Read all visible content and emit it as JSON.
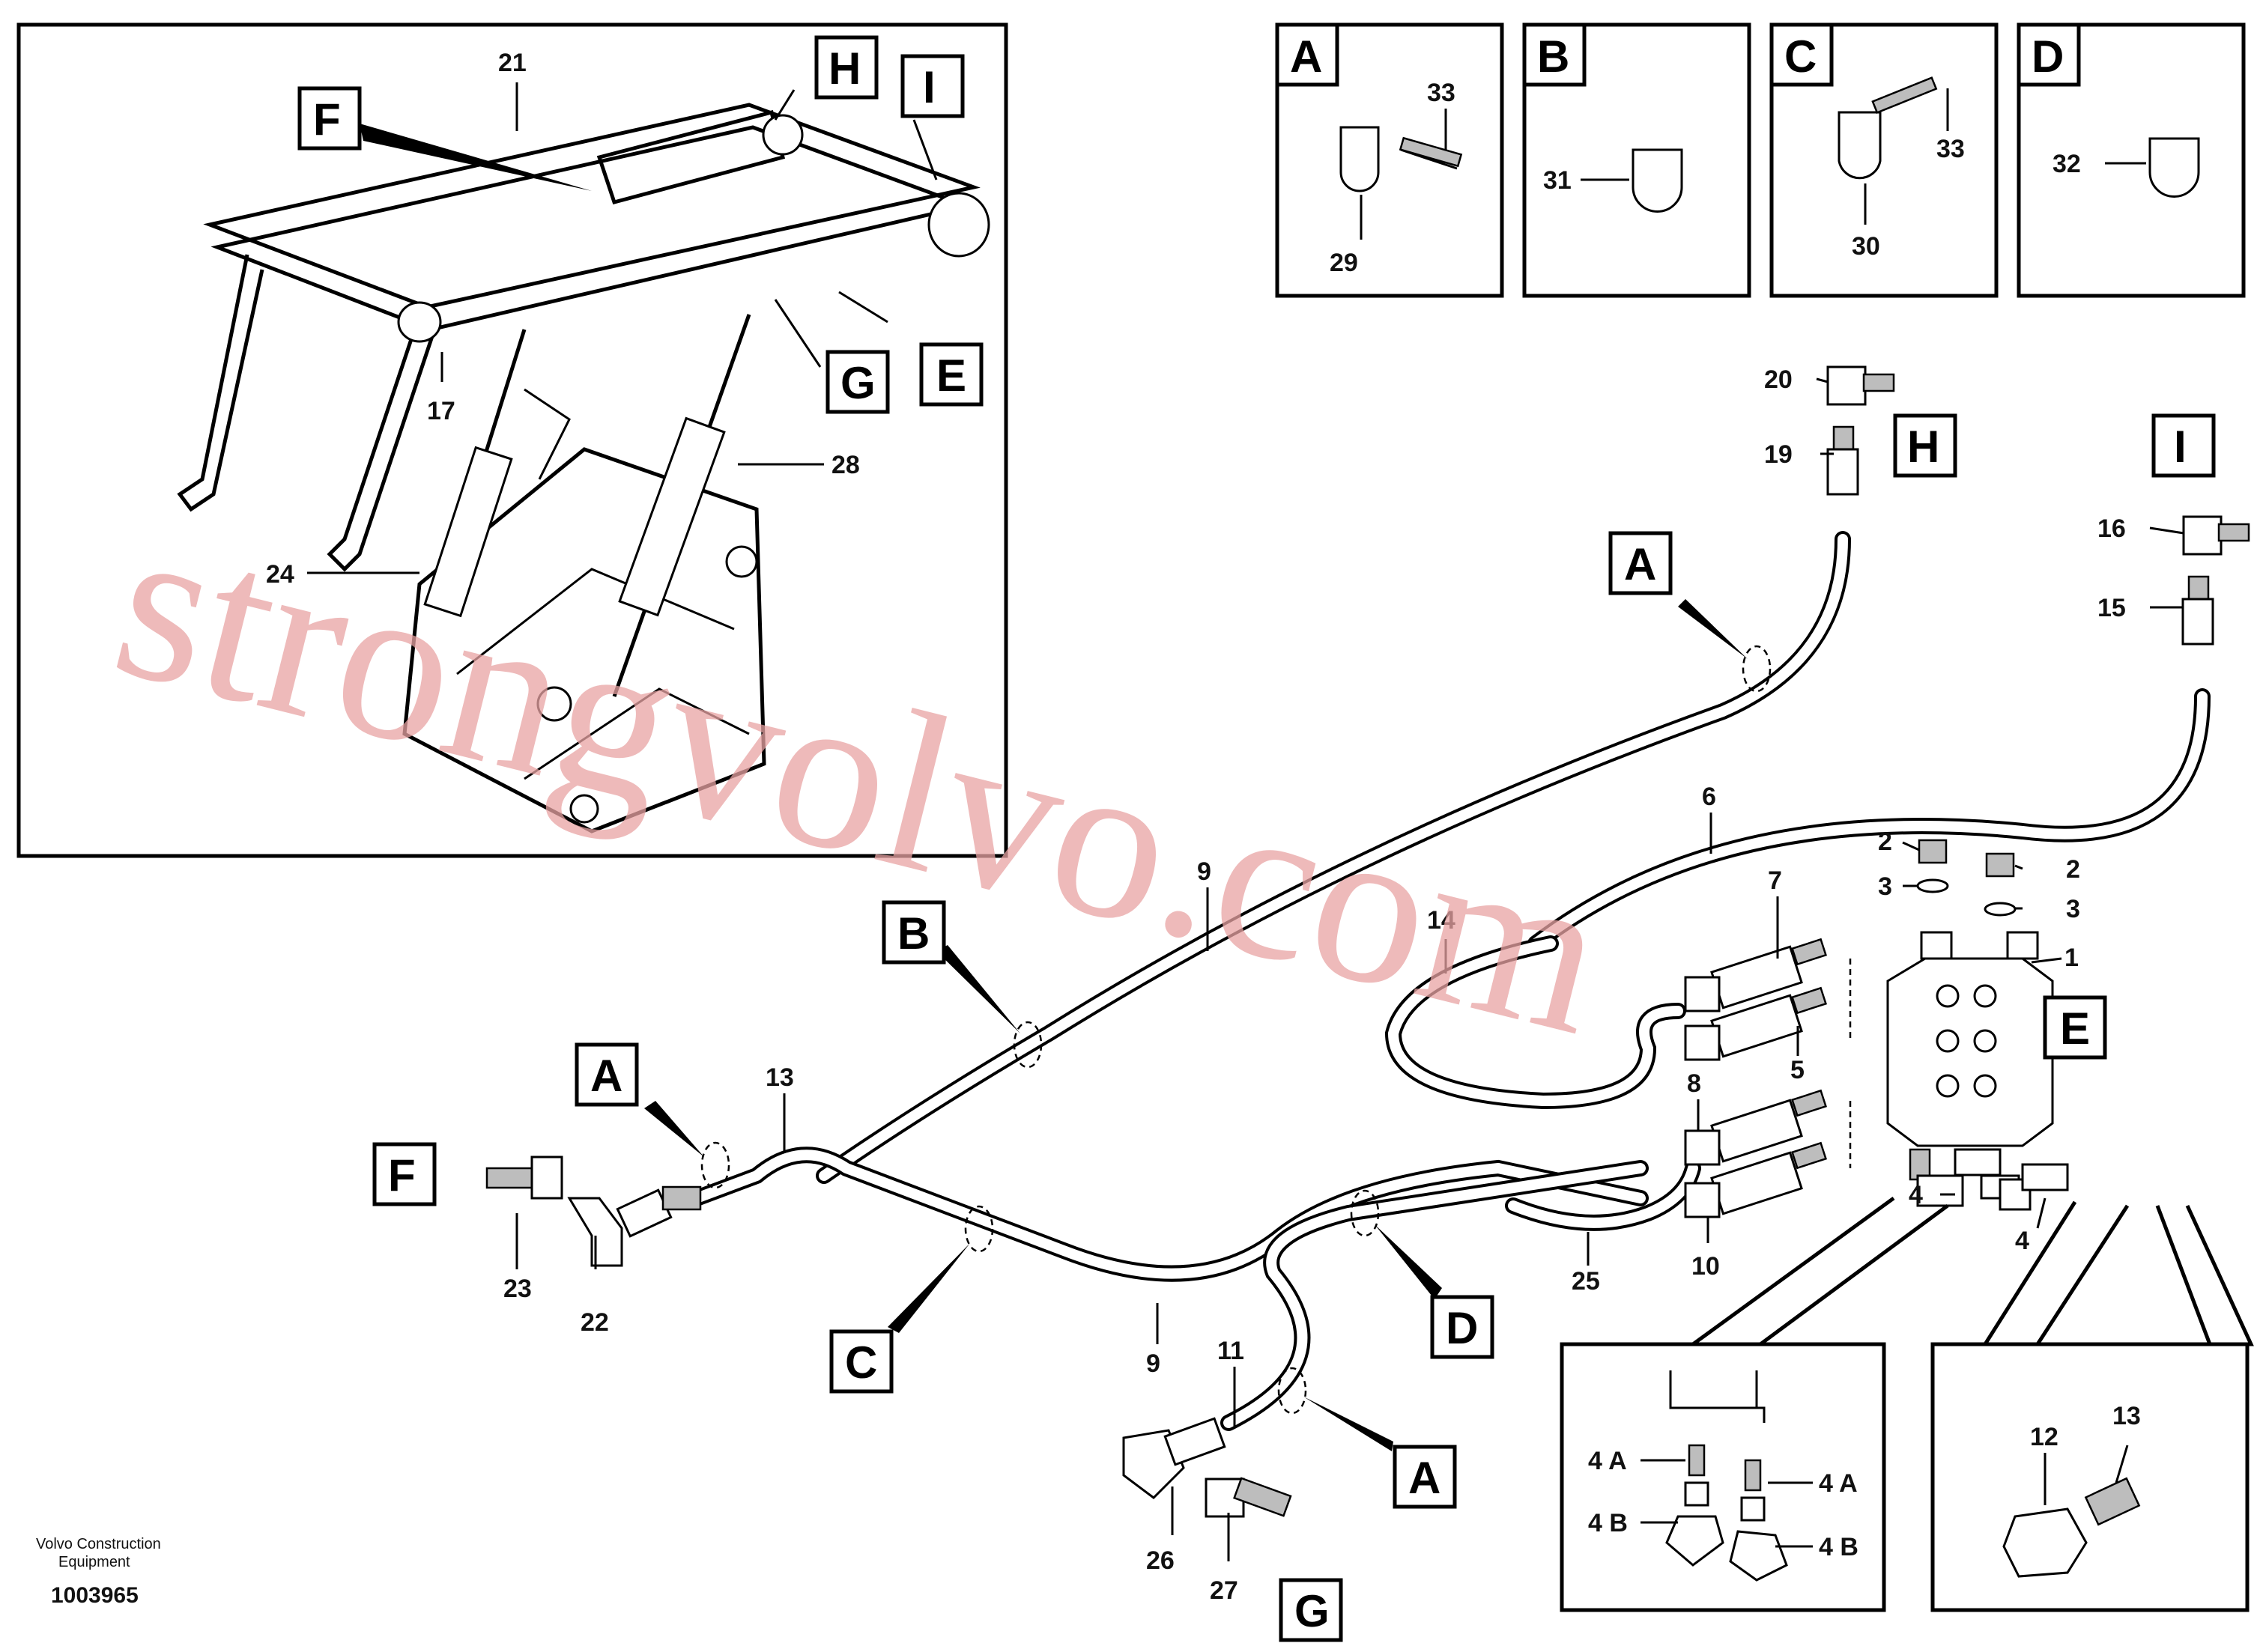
{
  "callouts": {
    "c1": "1",
    "c2a": "2",
    "c2b": "2",
    "c3a": "3",
    "c3b": "3",
    "c4a": "4",
    "c4b": "4",
    "c5": "5",
    "c6": "6",
    "c7": "7",
    "c8": "8",
    "c9a": "9",
    "c9b": "9",
    "c10": "10",
    "c11": "11",
    "c12": "12",
    "c13a": "13",
    "c13b": "13",
    "c14": "14",
    "c15": "15",
    "c16": "16",
    "c17": "17",
    "c19": "19",
    "c20": "20",
    "c21": "21",
    "c22": "22",
    "c23": "23",
    "c24": "24",
    "c25": "25",
    "c26": "26",
    "c27": "27",
    "c28": "28",
    "c29": "29",
    "c30": "30",
    "c31": "31",
    "c32": "32",
    "c33a": "33",
    "c33b": "33",
    "c4A1": "4 A",
    "c4A2": "4 A",
    "c4B1": "4 B",
    "c4B2": "4 B"
  },
  "letters": {
    "F_top": "F",
    "H_top": "H",
    "I_top": "I",
    "G_top": "G",
    "E_top": "E",
    "A_box": "A",
    "B_box": "B",
    "C_box": "C",
    "D_box": "D",
    "H_tube": "H",
    "I_tube": "I",
    "A_tube1": "A",
    "B_tube": "B",
    "A_tube2": "A",
    "F_tube": "F",
    "C_tube": "C",
    "D_tube": "D",
    "A_tube3": "A",
    "G_tube": "G",
    "E_tube": "E"
  },
  "footer": {
    "company_line1": "Volvo Construction",
    "company_line2": "Equipment",
    "doc_number": "1003965"
  },
  "watermark": "strongvolvo.com",
  "colors": {
    "line": "#000000",
    "watermark": "#e8a3a3",
    "background": "#ffffff"
  }
}
